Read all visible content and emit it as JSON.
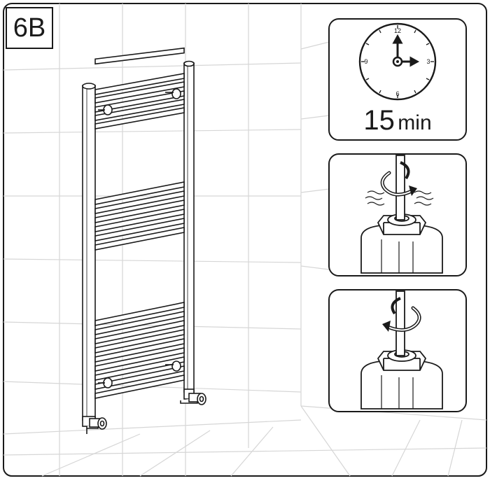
{
  "step": {
    "label": "6B"
  },
  "timer": {
    "value": "15",
    "unit": "min"
  },
  "clock": {
    "numerals": {
      "n12": "12",
      "n3": "3",
      "n6": "6",
      "n9": "9"
    }
  },
  "panels": [
    {
      "action": "open-valve",
      "rotation": "counterclockwise"
    },
    {
      "action": "close-valve",
      "rotation": "clockwise"
    }
  ],
  "colors": {
    "line": "#1a1a1a",
    "grid": "#d9d9d9",
    "background": "#ffffff"
  }
}
